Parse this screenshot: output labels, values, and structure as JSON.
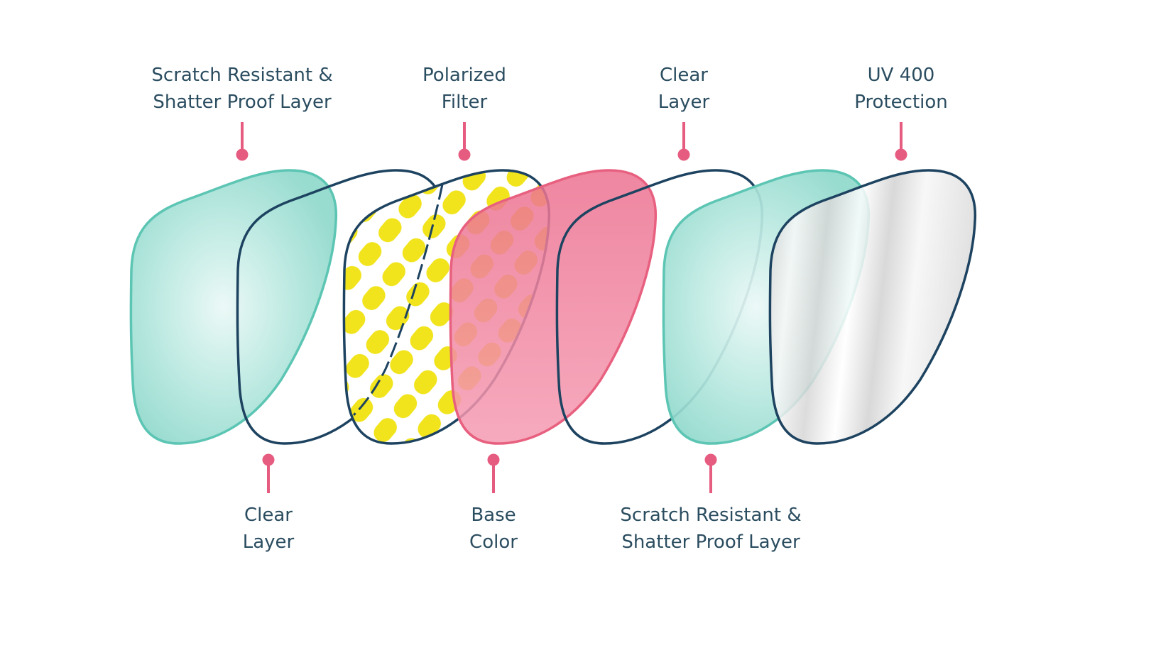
{
  "colors": {
    "teal_fill": "#8fd8cb",
    "teal_stroke": "#5cc5b3",
    "navy_stroke": "#1d4360",
    "pink_fill": "#ee7998",
    "pink_stroke": "#e8607f",
    "yellow": "#f1e41c",
    "pin": "#e65c80",
    "text": "#2b4d60"
  },
  "lenses": [
    {
      "name": "scratch-resistant-layer-front",
      "style": "teal"
    },
    {
      "name": "clear-layer-front",
      "style": "outline"
    },
    {
      "name": "polarized-filter",
      "style": "yellow"
    },
    {
      "name": "base-color",
      "style": "pink"
    },
    {
      "name": "clear-layer-back",
      "style": "outline"
    },
    {
      "name": "scratch-resistant-layer-back",
      "style": "teal"
    },
    {
      "name": "uv400-protection",
      "style": "silver"
    }
  ],
  "labels": {
    "top": [
      {
        "lines": [
          "Scratch Resistant &",
          "Shatter Proof Layer"
        ]
      },
      {
        "lines": [
          "Polarized",
          "Filter"
        ]
      },
      {
        "lines": [
          "Clear",
          "Layer"
        ]
      },
      {
        "lines": [
          "UV 400",
          "Protection"
        ]
      }
    ],
    "bottom": [
      {
        "lines": [
          "Clear",
          "Layer"
        ]
      },
      {
        "lines": [
          "Base",
          "Color"
        ]
      },
      {
        "lines": [
          "Scratch Resistant &",
          "Shatter Proof Layer"
        ]
      }
    ]
  }
}
